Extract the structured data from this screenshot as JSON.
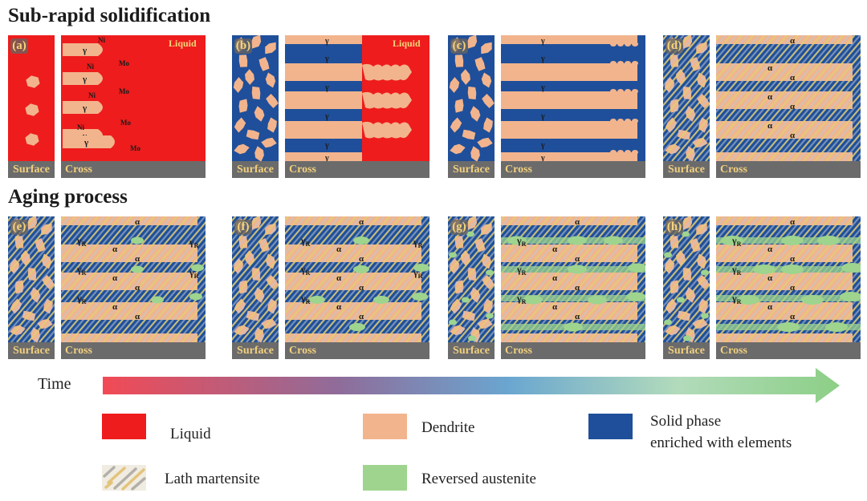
{
  "titles": {
    "sub_rapid": "Sub-rapid solidification",
    "aging": "Aging process"
  },
  "panel_labels": {
    "surface": "Surface",
    "cross": "Cross"
  },
  "liquid_tag": "Liquid",
  "symbols": {
    "gamma": "γ",
    "alpha": "α",
    "gamma_r": "γR",
    "ni": "Ni",
    "mo": "Mo"
  },
  "panels": [
    {
      "letter": "(a)",
      "state": "liquid"
    },
    {
      "letter": "(b)",
      "state": "partial"
    },
    {
      "letter": "(c)",
      "state": "solid"
    },
    {
      "letter": "(d)",
      "state": "martensite"
    },
    {
      "letter": "(e)",
      "state": "aging1"
    },
    {
      "letter": "(f)",
      "state": "aging2"
    },
    {
      "letter": "(g)",
      "state": "aging3"
    },
    {
      "letter": "(h)",
      "state": "aging4"
    }
  ],
  "time_label": "Time",
  "legend": {
    "liquid": "Liquid",
    "dendrite": "Dendrite",
    "solid_line1": "Solid phase",
    "solid_line2": "enriched with elements",
    "lath": "Lath martensite",
    "reversed": "Reversed austenite"
  },
  "colors": {
    "liquid": "#ee1c1c",
    "dendrite": "#f2b48d",
    "solid_phase": "#1f4f9a",
    "reversed_austenite": "#9ed48e",
    "lath_martensite": "#e2c37d",
    "label_bar": "#6b6b6b",
    "label_text": "#f1cf7d"
  }
}
